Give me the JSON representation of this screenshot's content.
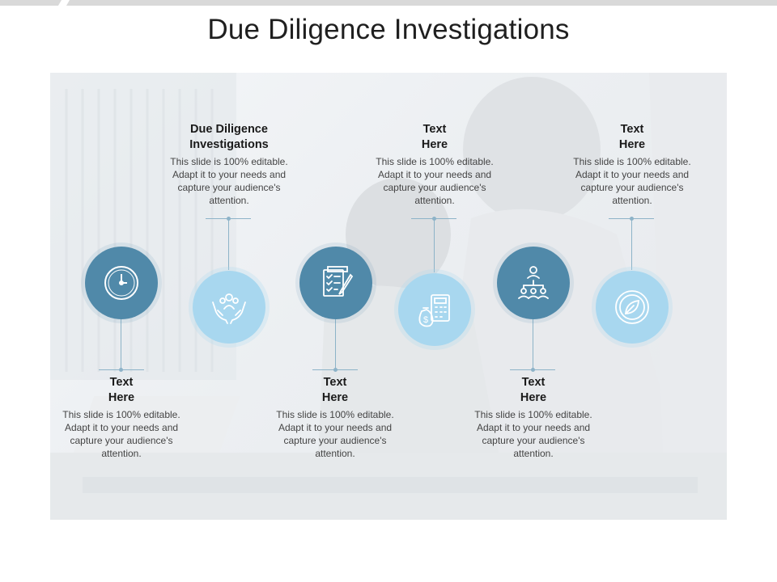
{
  "slide": {
    "title": "Due Diligence Investigations"
  },
  "items": [
    {
      "heading_line1": "Text",
      "heading_line2": "Here",
      "body": "This slide is 100% editable. Adapt it to your needs and capture your audience's attention.",
      "icon": "clock-icon"
    },
    {
      "heading_line1": "Due Diligence",
      "heading_line2": "Investigations",
      "body": "This slide is 100% editable. Adapt it to your needs and capture your audience's attention.",
      "icon": "hands-people-icon"
    },
    {
      "heading_line1": "Text",
      "heading_line2": "Here",
      "body": "This slide is 100% editable. Adapt it to your needs and capture your audience's attention.",
      "icon": "checklist-pen-icon"
    },
    {
      "heading_line1": "Text",
      "heading_line2": "Here",
      "body": "This slide is 100% editable. Adapt it to your needs and capture your audience's attention.",
      "icon": "money-calculator-icon"
    },
    {
      "heading_line1": "Text",
      "heading_line2": "Here",
      "body": "This slide is 100% editable. Adapt it to your needs and capture your audience's attention.",
      "icon": "team-hierarchy-icon"
    },
    {
      "heading_line1": "Text",
      "heading_line2": "Here",
      "body": "This slide is 100% editable. Adapt it to your needs and capture your audience's attention.",
      "icon": "leaf-gauge-icon"
    }
  ],
  "colors": {
    "dark_circle": "#5089a9",
    "light_circle": "#a8d7ef",
    "connector": "#8db3c8"
  }
}
